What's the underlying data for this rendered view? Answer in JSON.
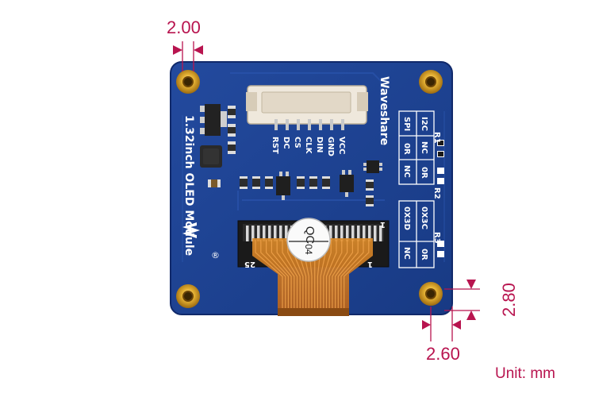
{
  "dimensions": {
    "top_left": "2.00",
    "right_vertical": "2.80",
    "bottom": "2.60",
    "unit": "Unit: mm"
  },
  "board": {
    "brand": "Waveshare",
    "product": "1.32inch OLED Module",
    "pins": [
      "VCC",
      "GND",
      "DIN",
      "CLK",
      "CS",
      "DC",
      "RST"
    ],
    "mode_table": {
      "header": [
        "I2C",
        "SPI"
      ],
      "rows": [
        [
          "NC",
          "0R"
        ],
        [
          "0R",
          "NC"
        ]
      ]
    },
    "addr_table": {
      "header": [
        "0X3C",
        "0X3D"
      ],
      "rows": [
        [
          "0R",
          "NC"
        ]
      ]
    },
    "resistors": [
      "R1",
      "R2",
      "R3"
    ],
    "fpc_labels": {
      "left": "25",
      "right": "1",
      "top_right": "1"
    },
    "qc_sticker": {
      "top": "QC",
      "bottom": "04"
    },
    "logo_mark": "®"
  },
  "colors": {
    "dimension": "#b8144f",
    "pcb": "#1d3e8e",
    "pcb_edge": "#163275",
    "gold": "#d9a425",
    "fpc": "#c9741c"
  }
}
